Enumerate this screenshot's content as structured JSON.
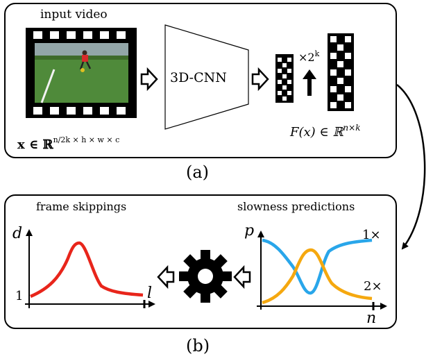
{
  "panel_a": {
    "caption": "(a)",
    "video_label": "input video",
    "input_tensor": "x ∈ ℝ",
    "input_tensor_sup": "n/2k × h × w × c",
    "network_label": "3D-CNN",
    "upsample_label": "×2",
    "upsample_sup": "k",
    "output_tensor": "F(x) ∈ ℝ",
    "output_tensor_sup": "n×k"
  },
  "panel_b": {
    "caption": "(b)",
    "left_title": "frame skippings",
    "right_title": "slowness predictions",
    "left_y_axis": "d",
    "left_x_axis": "l",
    "left_y_tick": "1",
    "right_y_axis": "p",
    "right_x_axis": "n",
    "series_1_label": "1×",
    "series_2_label": "2×",
    "colors": {
      "red": "#e8251b",
      "blue": "#29a6ea",
      "orange": "#f5a80f"
    }
  },
  "icons": [
    "film-strip-icon",
    "trapezoid-network-icon",
    "hollow-arrow-icon",
    "up-arrow-icon",
    "gear-icon",
    "curved-arrow-icon"
  ]
}
